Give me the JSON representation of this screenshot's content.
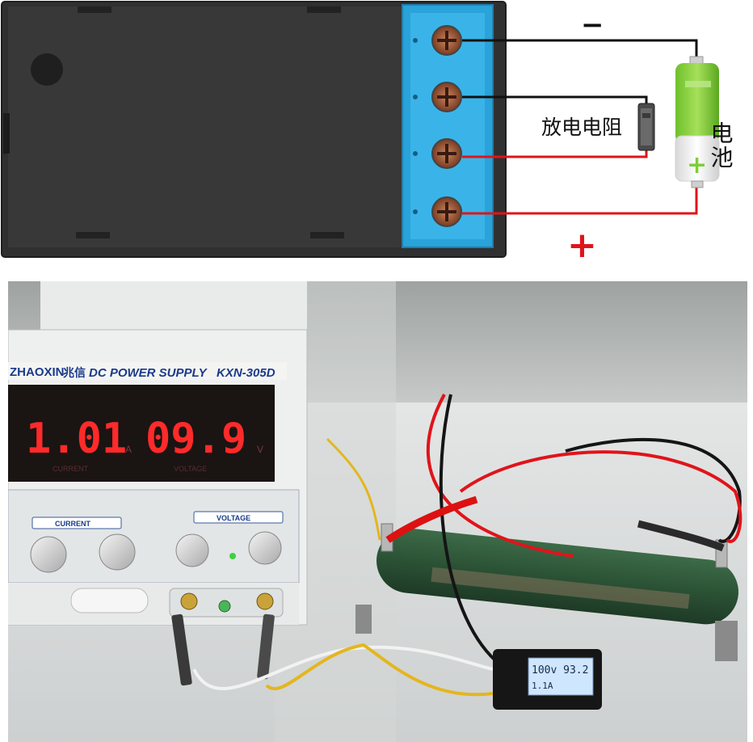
{
  "wiring_diagram": {
    "negative_sign": "−",
    "positive_sign": "+",
    "resistor_label": "放电电阻",
    "battery_label": "电池",
    "battery_plus": "+"
  },
  "power_supply": {
    "brand": "ZHAOXIN",
    "brand_cn": "兆信",
    "model_title": "DC POWER SUPPLY",
    "model": "KXN-305D",
    "current_reading": "1.01",
    "voltage_reading": "09.9",
    "current_unit": "A",
    "voltage_unit": "V",
    "current_caption": "CURRENT",
    "voltage_caption": "VOLTAGE",
    "current_section": "CURRENT",
    "voltage_section": "VOLTAGE"
  },
  "meter": {
    "line1": "100v 93.2",
    "line2": "1.1A"
  },
  "colors": {
    "terminal_block": "#29a3d9",
    "display_red": "#ff2a2a",
    "wire_red": "#e0141a",
    "battery_green": "#7ccf35",
    "resistor_green": "#2f5a3a"
  }
}
